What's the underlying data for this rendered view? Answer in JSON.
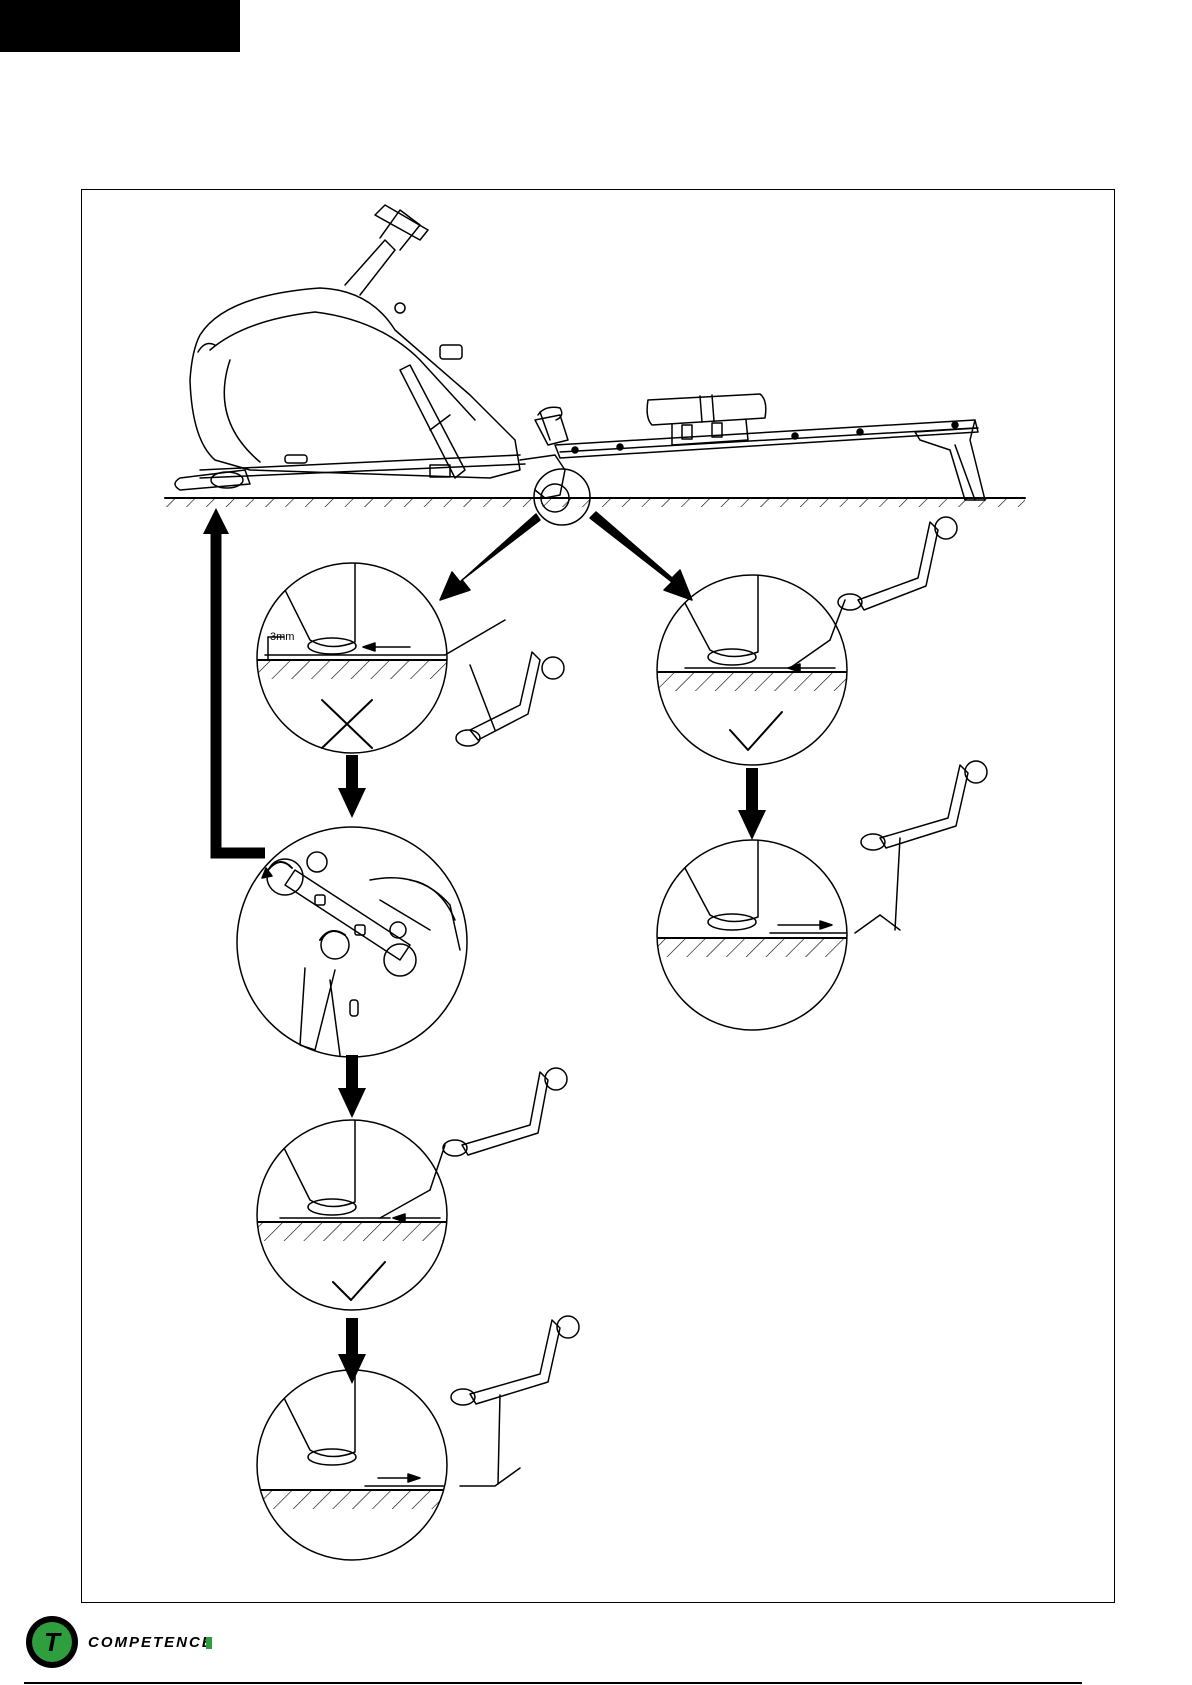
{
  "header": {
    "bar_color": "#000000"
  },
  "figure": {
    "dimension_label": "3mm",
    "symbols": {
      "wrong": "cross-icon",
      "correct": "checkmark-icon"
    }
  },
  "footer": {
    "brand_name": "COMPETENCE",
    "logo_letter": "T",
    "logo_color": "#2e9e3e",
    "accent_color": "#2e9e3e"
  }
}
